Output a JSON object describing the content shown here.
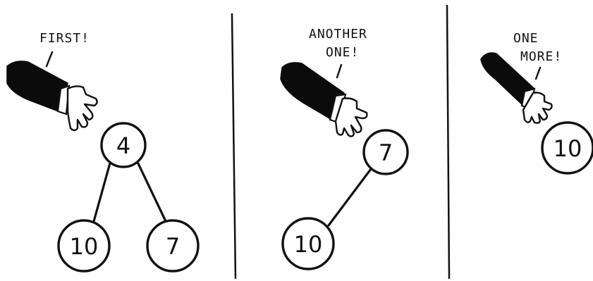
{
  "panels": [
    {
      "caption_lines": [
        "FIRST!"
      ],
      "nodes": [
        "4",
        "10",
        "7"
      ]
    },
    {
      "caption_lines": [
        "ANOTHER",
        "ONE!"
      ],
      "nodes": [
        "7",
        "10"
      ]
    },
    {
      "caption_lines": [
        "ONE",
        "MORE!"
      ],
      "nodes": [
        "10"
      ]
    }
  ]
}
